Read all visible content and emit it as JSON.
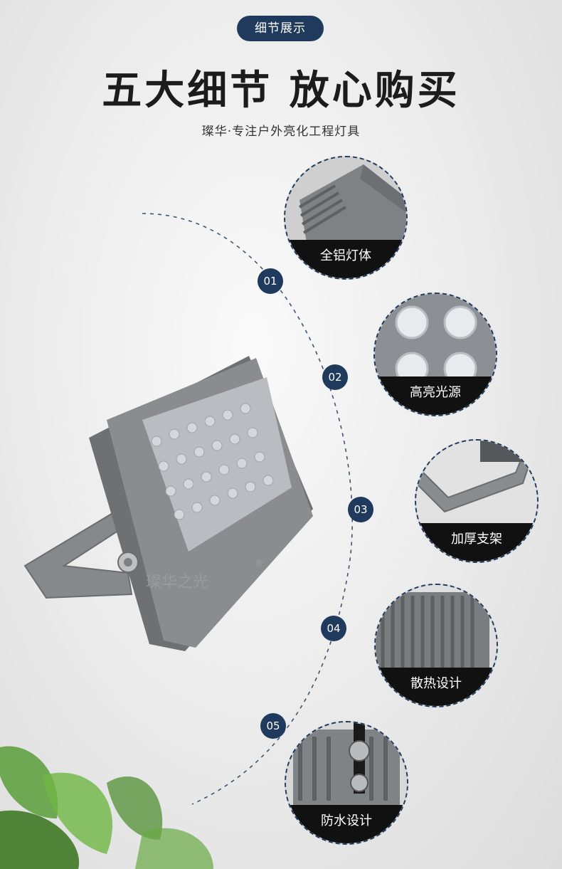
{
  "header": {
    "badge": "细节展示",
    "headline": "五大细节 放心购买",
    "subline": "璨华·专注户外亮化工程灯具"
  },
  "details": [
    {
      "number": "01",
      "label": "全铝灯体",
      "icon": "aluminum-body-closeup"
    },
    {
      "number": "02",
      "label": "高亮光源",
      "icon": "led-lens-closeup"
    },
    {
      "number": "03",
      "label": "加厚支架",
      "icon": "bracket-closeup"
    },
    {
      "number": "04",
      "label": "散热设计",
      "icon": "heatsink-fins-closeup"
    },
    {
      "number": "05",
      "label": "防水设计",
      "icon": "waterproof-cable-gland-closeup"
    }
  ],
  "product": {
    "watermark": "璨华之光",
    "registered_mark": "®"
  },
  "colors": {
    "accent": "#1f3a5c",
    "caption_bg": "#111111",
    "lamp_body": "#7d7f82"
  }
}
